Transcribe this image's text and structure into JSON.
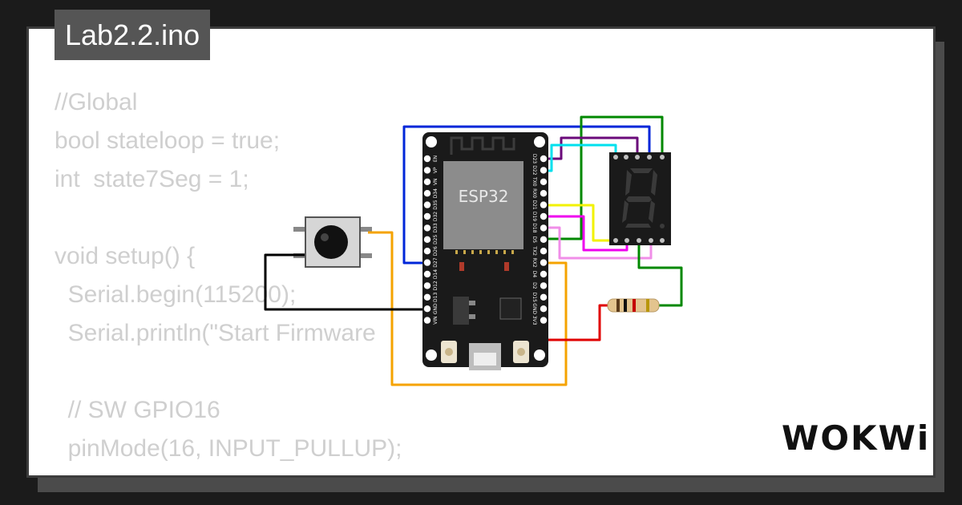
{
  "file_tab": {
    "title": "Lab2.2.ino"
  },
  "code_lines": [
    "//Global",
    "bool stateloop = true;",
    "int  state7Seg = 1;",
    "",
    "void setup() {",
    "  Serial.begin(115200);",
    "  Serial.println(\"Start Firmware",
    "",
    "  // SW GPIO16",
    "  pinMode(16, INPUT_PULLUP);"
  ],
  "board": {
    "chip_label": "ESP32",
    "left_pins": [
      "EN",
      "VP",
      "VN",
      "D34",
      "D35",
      "D32",
      "D33",
      "D25",
      "D26",
      "D27",
      "D14",
      "D12",
      "D13",
      "GND",
      "VIN"
    ],
    "right_pins": [
      "D23",
      "D22",
      "TX0",
      "RX0",
      "D21",
      "D19",
      "D18",
      "D5",
      "TX2",
      "RX2",
      "D4",
      "D2",
      "D15",
      "GND",
      "3V3"
    ]
  },
  "seven_segment": {
    "digit": "8"
  },
  "brand": {
    "logo_text": "WOKWi"
  },
  "colors": {
    "wire_blue": "#0026d9",
    "wire_green": "#008800",
    "wire_purple": "#6a0a7a",
    "wire_cyan": "#00e0ee",
    "wire_yellow": "#f2f200",
    "wire_magenta": "#ee00ee",
    "wire_pink": "#f08ee8",
    "wire_orange": "#f5a300",
    "wire_black": "#000000",
    "wire_red": "#e00000"
  }
}
